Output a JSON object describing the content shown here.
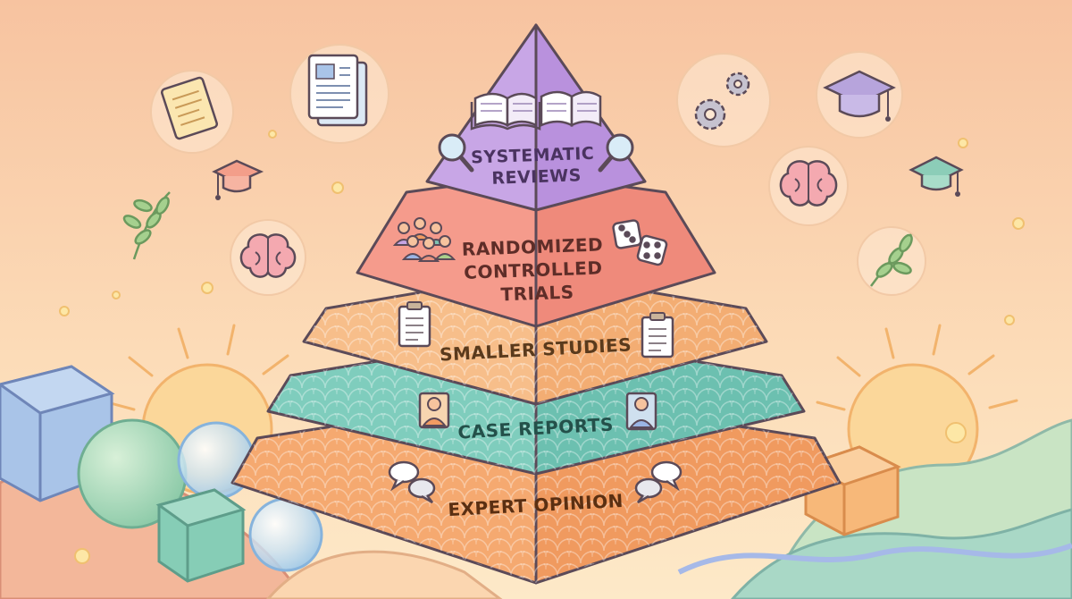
{
  "pyramid": {
    "tiers": [
      {
        "lines": [
          "SYSTEMATIC",
          "REVIEWS"
        ],
        "color_left": "#c8a6e6",
        "color_right": "#b991dd",
        "text_color": "#4a3360"
      },
      {
        "lines": [
          "RANDOMIZED",
          "CONTROLLED",
          "TRIALS"
        ],
        "color_left": "#f59b8c",
        "color_right": "#ef8a7b",
        "text_color": "#5e2d28"
      },
      {
        "lines": [
          "SMALLER STUDIES"
        ],
        "color_left": "#f7be8a",
        "color_right": "#f3ad73",
        "text_color": "#5a3a1c"
      },
      {
        "lines": [
          "CASE REPORTS"
        ],
        "color_left": "#7fcdbd",
        "color_right": "#6cc0b0",
        "text_color": "#24504a"
      },
      {
        "lines": [
          "EXPERT OPINION"
        ],
        "color_left": "#f5a970",
        "color_right": "#f09a5f",
        "text_color": "#5a2f12"
      }
    ]
  },
  "icons": {
    "pyramid": [
      "open-book-icon",
      "magnifier-icon",
      "people-group-icon",
      "dice-icon",
      "clipboard-icon",
      "person-icon",
      "speech-bubble-icon"
    ],
    "floating": [
      "scroll-icon",
      "document-icon",
      "graduation-cap-icon",
      "brain-icon",
      "gears-icon",
      "laurel-branch-icon"
    ]
  },
  "colors": {
    "sky_top": "#f7c3a0",
    "sky_bottom": "#fde9c8",
    "outline": "#5b4a58"
  }
}
